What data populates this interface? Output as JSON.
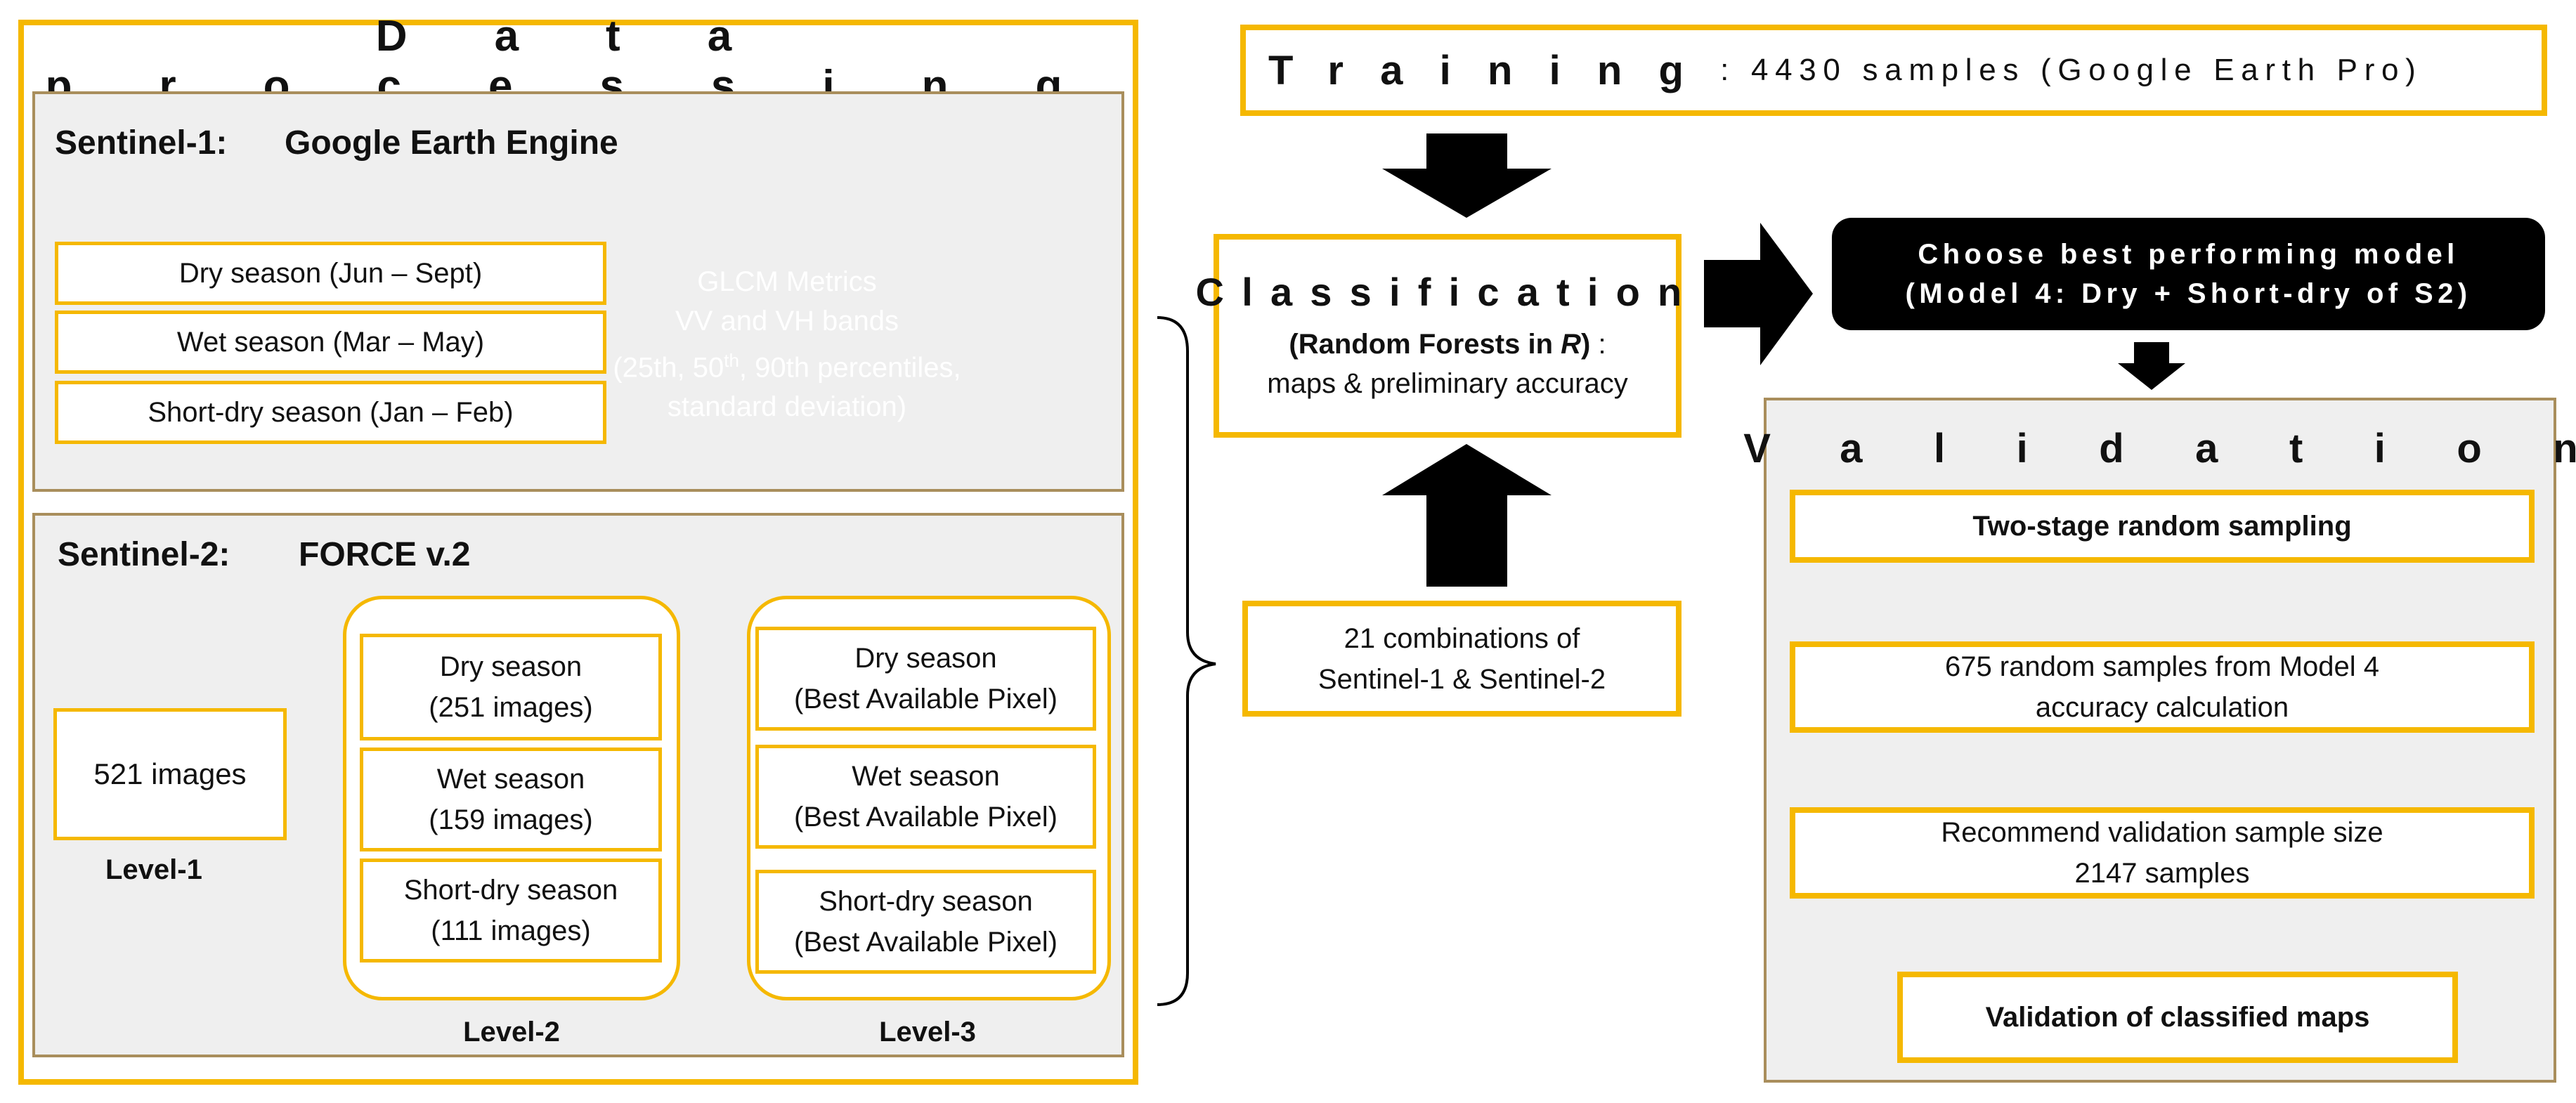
{
  "data_processing": {
    "title": "Data processing",
    "sentinel1": {
      "label": "Sentinel-1:",
      "platform": "Google Earth Engine",
      "seasons": [
        "Dry season (Jun – Sept)",
        "Wet season (Mar – May)",
        "Short-dry season (Jan – Feb)"
      ],
      "glcm": {
        "line1": "GLCM Metrics",
        "line2": "VV and VH bands",
        "line3_a": "(25th, 50",
        "line3_sup": "th",
        "line3_b": ", 90th percentiles,",
        "line4": "standard deviation)"
      }
    },
    "sentinel2": {
      "label": "Sentinel-2:",
      "platform": "FORCE v.2",
      "level1": {
        "box": "521 images",
        "label": "Level-1"
      },
      "level2": {
        "label": "Level-2",
        "items": [
          {
            "name": "Dry season",
            "count": "(251 images)"
          },
          {
            "name": "Wet season",
            "count": "(159 images)"
          },
          {
            "name": "Short-dry season",
            "count": "(111 images)"
          }
        ]
      },
      "level3": {
        "label": "Level-3",
        "items": [
          {
            "name": "Dry season",
            "detail": "(Best Available Pixel)"
          },
          {
            "name": "Wet season",
            "detail": "(Best Available Pixel)"
          },
          {
            "name": "Short-dry season",
            "detail": "(Best Available Pixel)"
          }
        ]
      }
    }
  },
  "training": {
    "title": "Training",
    "detail": ": 4430 samples (Google Earth Pro)"
  },
  "classification": {
    "title": "Classification",
    "method_a": "(Random Forests in ",
    "method_b": "R",
    "method_c": ")",
    "method_suffix": " :",
    "line2": "maps & preliminary accuracy"
  },
  "combinations": {
    "line1": "21 combinations of",
    "line2": "Sentinel-1 & Sentinel-2"
  },
  "best_model": {
    "line1": "Choose best performing model",
    "line2": "(Model 4: Dry + Short-dry of S2)"
  },
  "validation": {
    "title": "Validation",
    "step1": "Two-stage random sampling",
    "step2_line1": "675 random samples from Model 4",
    "step2_line2": "accuracy calculation",
    "step3_line1": "Recommend validation sample size",
    "step3_line2": "2147 samples",
    "step4": "Validation of classified maps"
  },
  "colors": {
    "accent": "#f5b800",
    "panel_border": "#a98e5c",
    "panel_fill": "#efefef",
    "arrow": "#000000"
  }
}
